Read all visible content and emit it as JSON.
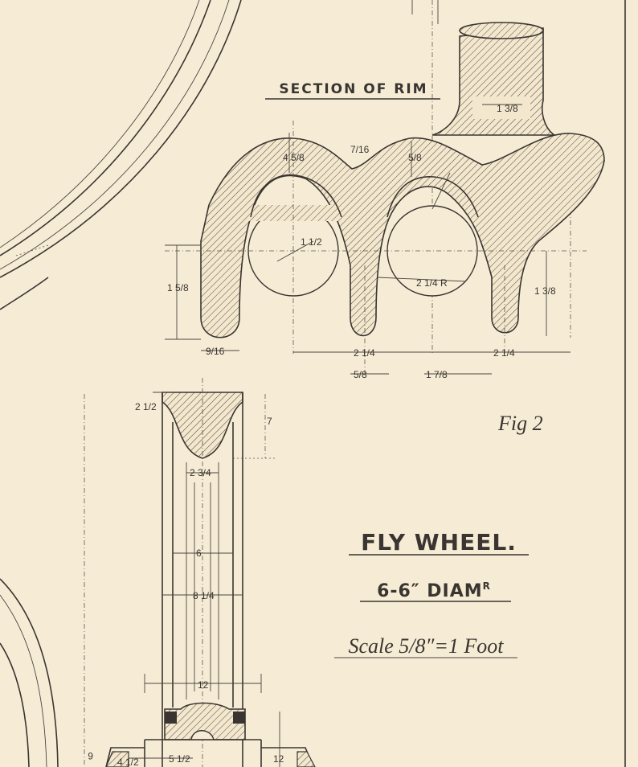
{
  "drawing": {
    "section_label": "SECTION OF RIM",
    "figure_label": "Fig 2",
    "title": "FLY WHEEL.",
    "diameter": "6-6″ DIAM",
    "diameter_sup": "R",
    "scale": "Scale 5/8″=1 Foot"
  },
  "rim_dimensions": {
    "neck_width": "1 3/8",
    "top_thickness_a": "4 5/8",
    "top_thickness_b": "5/8",
    "web_thin": "7/16",
    "hole_diameter": "1 1/2",
    "radius": "2 1/4 R",
    "overall_height": "1 5/8",
    "right_height": "1 3/8",
    "foot_width": "9/16",
    "pitch_a": "2 1/4",
    "pitch_b": "2 1/4",
    "gap_small": "5/8",
    "gap_mid": "1 7/8"
  },
  "arm_dimensions": {
    "top_small": "2 1/2",
    "top_depth": "7",
    "neck": "2 3/4",
    "inner_width": "6",
    "outer_width": "8 1/4",
    "hub_width": "12",
    "hub_left": "4 1/2",
    "hub_mid": "5 1/2",
    "hub_right": "12",
    "side_left": "6"
  },
  "colors": {
    "paper": "#f6ecd6",
    "ink": "#3a3530"
  }
}
